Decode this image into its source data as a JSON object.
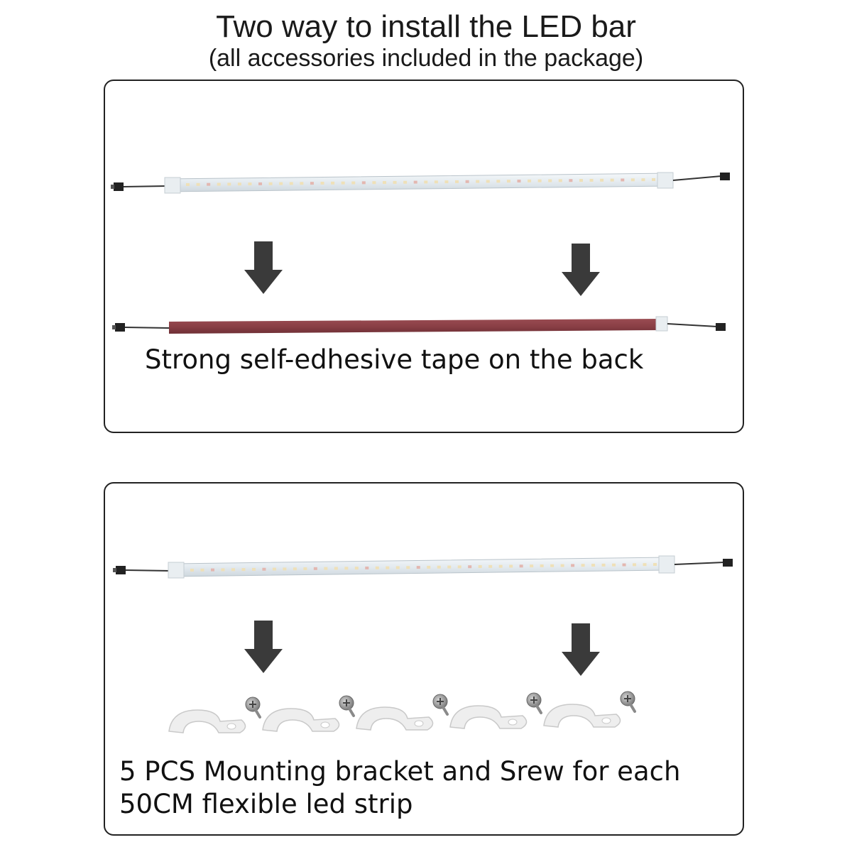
{
  "header": {
    "title": "Two  way to install the LED bar",
    "subtitle": "(all accessories included in the package)"
  },
  "methods": [
    {
      "caption": "Strong self-edhesive tape on the back"
    },
    {
      "caption_lines": [
        "5 PCS Mounting bracket and Srew for each",
        "50CM flexible led strip"
      ]
    }
  ],
  "accessories": {
    "bracket_count": 5,
    "screw_count": 5
  },
  "colors": {
    "strip_body": "#e7eef3",
    "strip_led": "#efe0b8",
    "tape_back": "#8c4248",
    "arrow": "#3a3a3a",
    "panel_border": "#222222",
    "bracket": "#eeeeee",
    "screw": "#9a9a9a"
  },
  "icons": [
    "arrow-down-icon",
    "connector-icon",
    "bracket-icon",
    "screw-icon"
  ]
}
